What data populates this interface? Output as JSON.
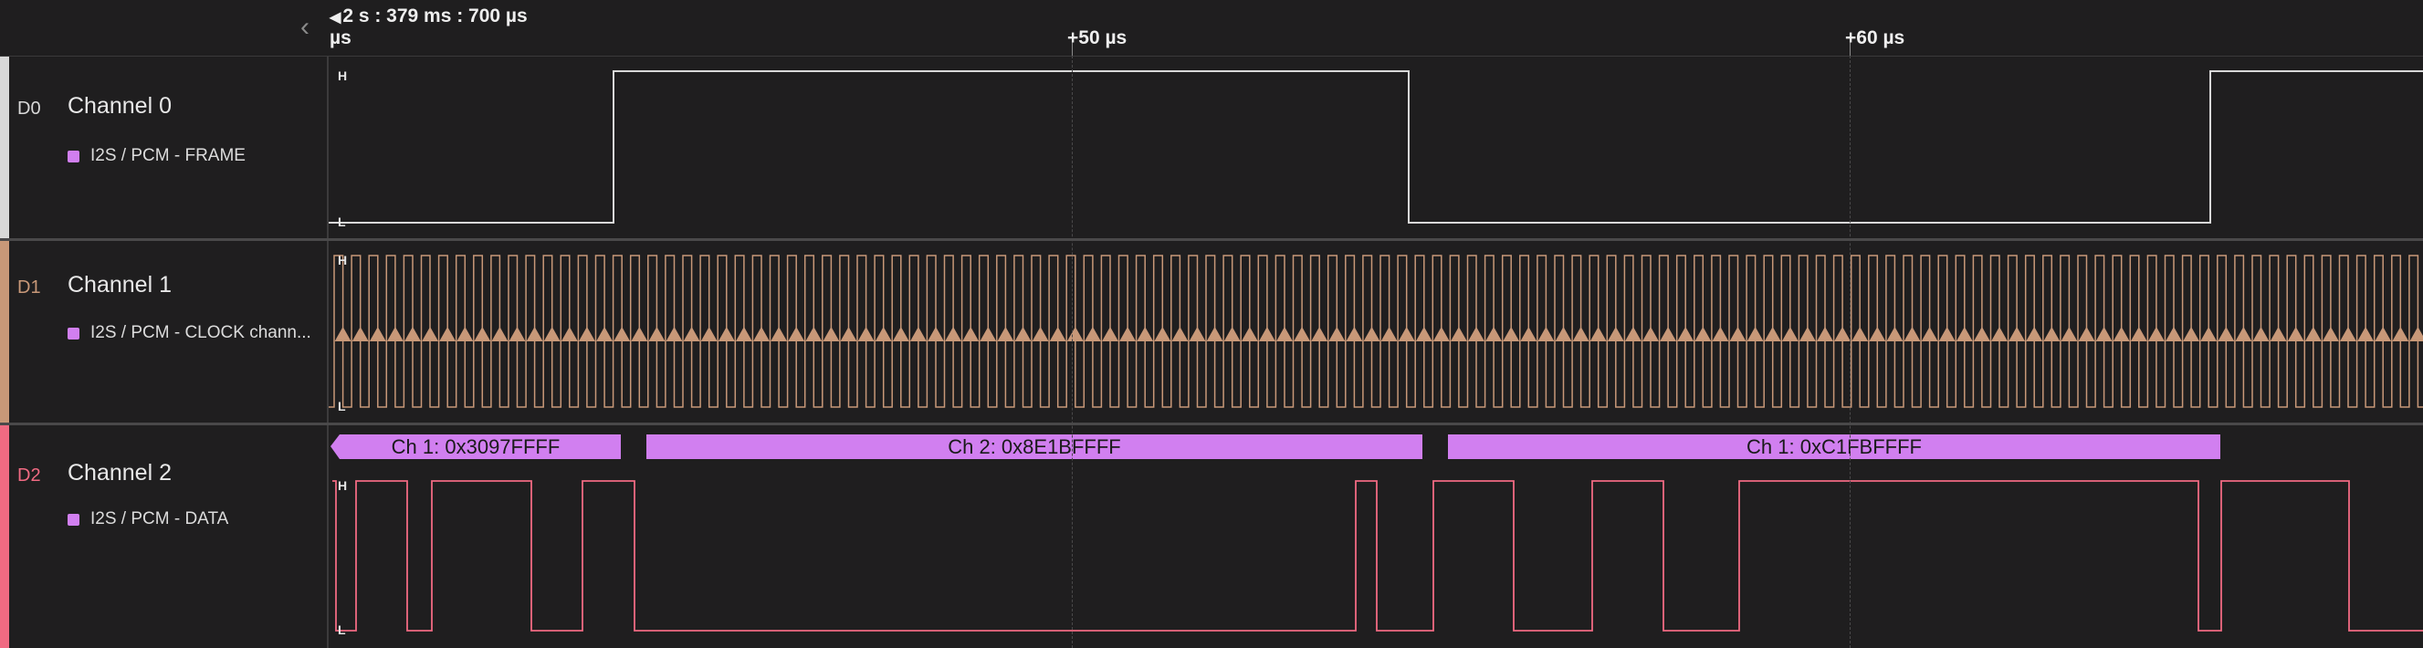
{
  "ruler": {
    "abs_time": "2 s : 379 ms : 700 µs",
    "unit": "µs",
    "ticks": [
      "+50 µs",
      "+60 µs"
    ]
  },
  "channels": [
    {
      "id": "D0",
      "name": "Channel 0",
      "color": "#d8d8d8",
      "analyzer": "I2S / PCM - FRAME",
      "high_label": "H",
      "low_label": "L"
    },
    {
      "id": "D1",
      "name": "Channel 1",
      "color": "#c89878",
      "analyzer": "I2S / PCM - CLOCK chann...",
      "high_label": "H",
      "low_label": "L"
    },
    {
      "id": "D2",
      "name": "Channel 2",
      "color": "#f06a82",
      "analyzer": "I2S / PCM - DATA",
      "high_label": "H",
      "low_label": "L",
      "frames": [
        "Ch 1: 0x3097FFFF",
        "Ch 2: 0x8E1BFFFF",
        "Ch 1: 0xC1FBFFFF"
      ]
    }
  ],
  "colors": {
    "analyzer_square": "#d17ff0",
    "frame_fill": "#d17ff0"
  },
  "icons": {
    "collapse": "chevron-left-icon"
  }
}
